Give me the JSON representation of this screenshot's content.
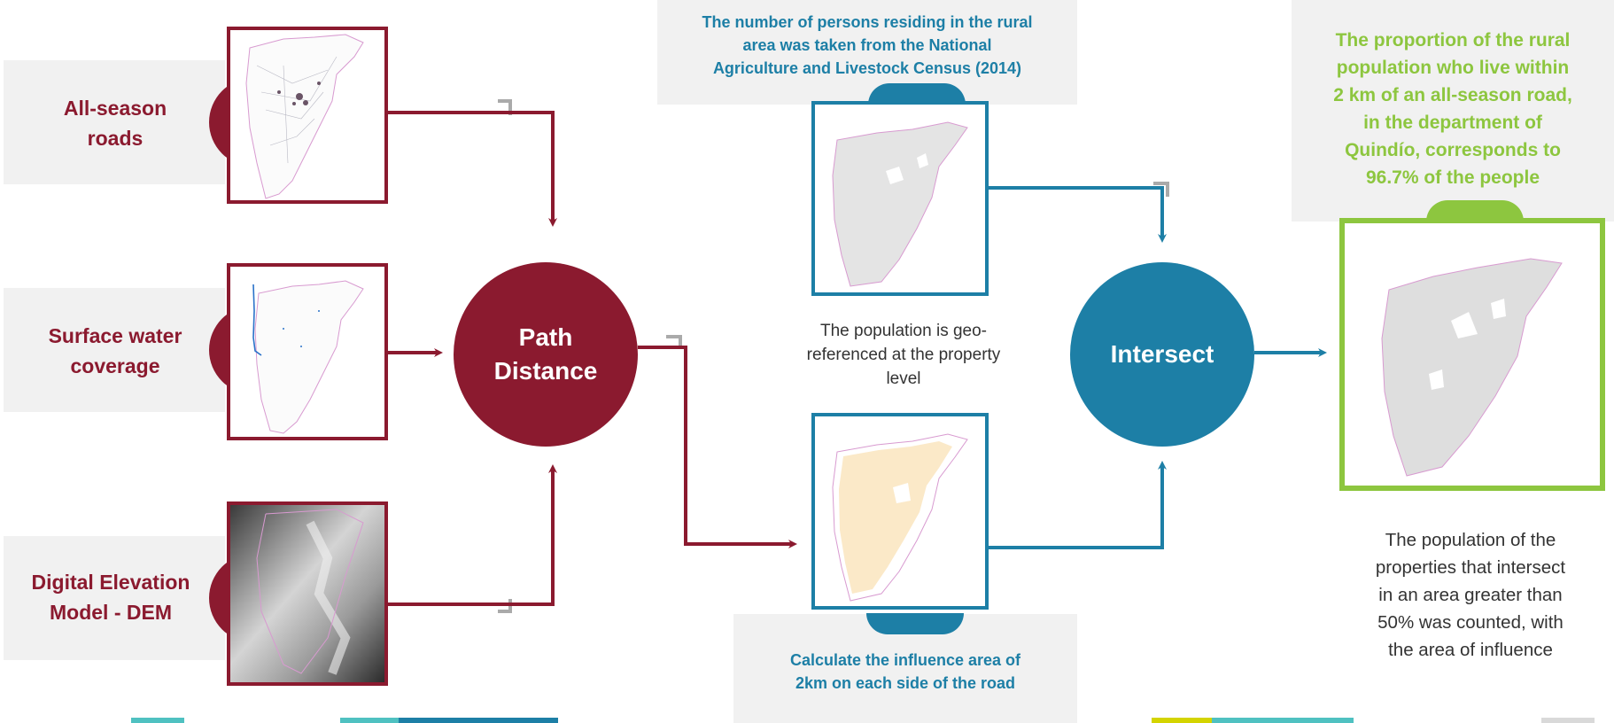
{
  "colors": {
    "maroon": "#8b1a2f",
    "blue": "#1d7fa6",
    "green": "#8dc63f",
    "gray_panel": "#f1f1f1",
    "teal": "#4fc1c1",
    "yellow": "#d4d400"
  },
  "inputs": {
    "roads_label": "All-season\nroads",
    "water_label": "Surface water\ncoverage",
    "dem_label": "Digital Elevation\nModel - DEM"
  },
  "process": {
    "path_distance": "Path\nDistance",
    "intersect": "Intersect"
  },
  "notes": {
    "census_source": "The number of persons residing in the rural\narea was taken from the National\nAgriculture and Livestock Census (2014)",
    "geo_referenced": "The population is geo-\nreferenced at the property\nlevel",
    "influence_area": "Calculate the influence area of\n2km on each side of the road",
    "result": "The proportion of the rural\npopulation who live within\n2 km of an all-season road,\nin the department of\nQuindío, corresponds to\n96.7% of the people",
    "counting_method": "The population of the\nproperties that intersect\nin an area greater than\n50% was counted, with\nthe area of influence"
  }
}
